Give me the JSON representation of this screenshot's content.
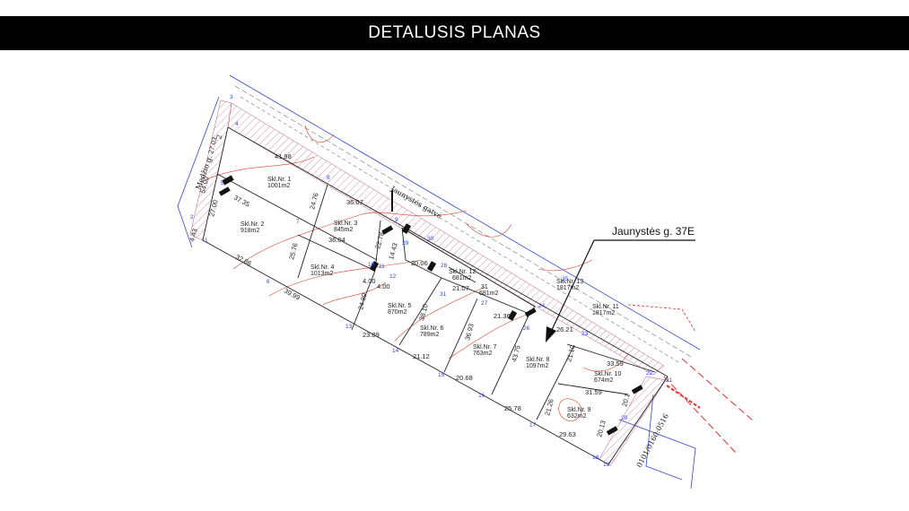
{
  "title": "DETALUSIS PLANAS",
  "callout": "Jaunystės g. 37E",
  "streets": {
    "main": "Jaunystės gatvė",
    "side": "Medžio g."
  },
  "side_street_no": "2",
  "road_no": "0101/0160:0516",
  "colors": {
    "lot_line": "#222222",
    "point": "#3344dd",
    "contour": "#d0402a",
    "hatch": "#b45a7a",
    "boundary_red": "#e03030",
    "blue_lines": "#3344cc"
  },
  "lots": [
    {
      "name": "Skl.Nr. 1",
      "area": "1001m2"
    },
    {
      "name": "Skl.Nr. 2",
      "area": "918m2"
    },
    {
      "name": "Skl.Nr. 3",
      "area": "845m2"
    },
    {
      "name": "Skl.Nr. 4",
      "area": "1013m2"
    },
    {
      "name": "Skl.Nr. 5",
      "area": "870m2"
    },
    {
      "name": "Skl.Nr. 6",
      "area": "789m2"
    },
    {
      "name": "Skl.Nr. 7",
      "area": "763m2"
    },
    {
      "name": "Skl.Nr. 8",
      "area": "1097m2"
    },
    {
      "name": "Skl.Nr. 9",
      "area": "632m2"
    },
    {
      "name": "Skl.Nr. 10",
      "area": "674m2"
    },
    {
      "name": "Skl.Nr. 11",
      "area": "1817m2"
    },
    {
      "name": "Skl.Nr. 12",
      "area": "681m2"
    },
    {
      "name": "Skl.Nr. 13",
      "area": "1817m2"
    },
    {
      "name": "31",
      "area": "681m2"
    }
  ],
  "dimensions": [
    "41.98",
    "27.03",
    "27.00",
    "37.35",
    "24.76",
    "36.07",
    "14.43",
    "32.86",
    "25.76",
    "36.04",
    "22.78",
    "39.99",
    "24.89",
    "4.00",
    "4.00",
    "20.06",
    "23.89",
    "38.10",
    "21.07",
    "21.12",
    "36.93",
    "21.36",
    "20.68",
    "43.75",
    "26.21",
    "25.78",
    "21.10",
    "33.59",
    "21.26",
    "31.59",
    "29.63",
    "20.13",
    "20.1",
    "54.00",
    "4.43"
  ],
  "points": [
    "1",
    "2",
    "3",
    "4",
    "5",
    "6",
    "7",
    "8",
    "9",
    "10",
    "11",
    "12",
    "13",
    "14",
    "15",
    "16",
    "17",
    "18",
    "19",
    "20",
    "21",
    "22",
    "23",
    "24",
    "25",
    "26",
    "27",
    "28",
    "29",
    "30",
    "31"
  ]
}
